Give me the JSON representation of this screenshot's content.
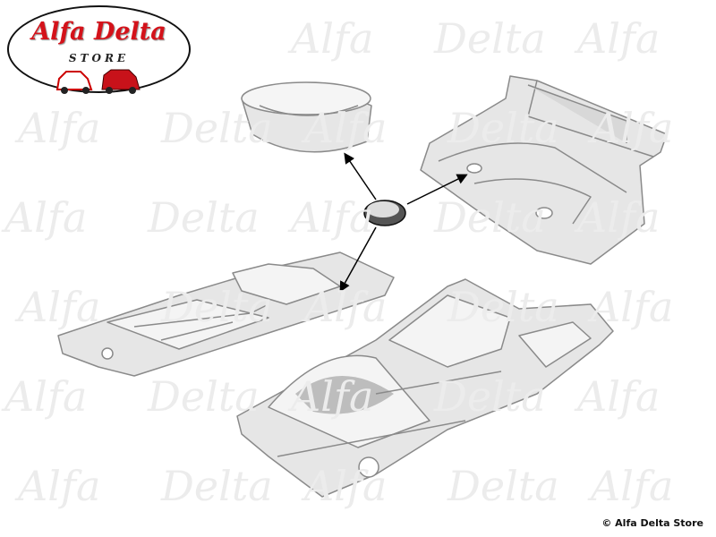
{
  "watermark": {
    "text_a": "Alfa",
    "text_b": "Delta"
  },
  "logo": {
    "title": "Alfa Delta",
    "subtitle": "STORE"
  },
  "parts": {
    "grommet": "rubber-plug",
    "spare_wheel_well": "spare-wheel-well",
    "rear_floor": "rear-floor-pan",
    "front_floor": "front-floor-pan",
    "center_floor": "center-floor-pan"
  },
  "colors": {
    "logo_red": "#d4121a",
    "part_fill": "#e6e6e6",
    "part_stroke": "#8a8a8a"
  },
  "footer": {
    "copyright": "© Alfa Delta Store"
  }
}
